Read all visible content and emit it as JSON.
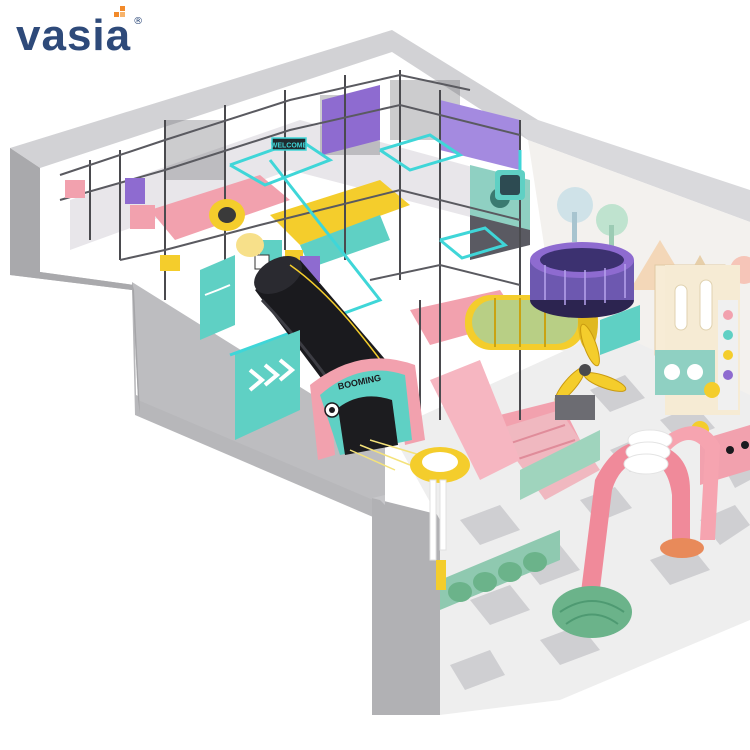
{
  "brand": {
    "name": "vasia",
    "registered_mark": "®",
    "accent": "#f28a2a",
    "color": "#2e4a7a"
  },
  "signs": {
    "welcome": "WELCOME",
    "tunnel_arch": "BOOMING"
  },
  "colors": {
    "wall": "#b9b9bc",
    "wall_top": "#d2d2d5",
    "frame_cyan": "#3fd6d8",
    "frame_dark": "#4a4a4e",
    "tube_black": "#1a1a1e",
    "floor_light": "#eeeeee",
    "floor_dark": "#cfcfd2",
    "pink": "#f2a1ae",
    "yellow": "#f4cd2c",
    "teal": "#5fd0c4",
    "purple": "#8e6bd0",
    "green_hill": "#6bb38a"
  }
}
